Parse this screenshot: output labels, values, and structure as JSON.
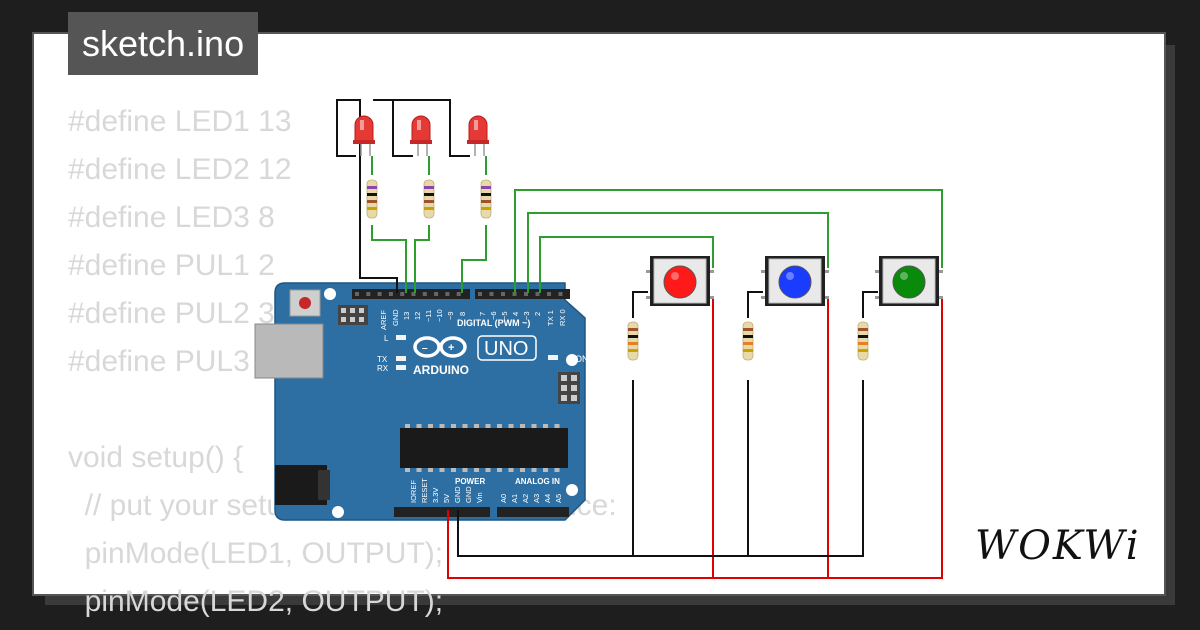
{
  "tab": {
    "filename": "sketch.ino"
  },
  "code_lines": [
    "#define LED1 13",
    "#define LED2 12",
    "#define LED3 8",
    "#define PUL1 2",
    "#define PUL2 3",
    "#define PUL3 4",
    "",
    "void setup() {",
    "  // put your setup code here, to run once:",
    "  pinMode(LED1, OUTPUT);",
    "  pinMode(LED2, OUTPUT);"
  ],
  "board": {
    "model": "UNO",
    "brand": "ARDUINO",
    "digital_header": "DIGITAL (PWM ~)",
    "on_label": "ON",
    "l_label": "L",
    "tx_label": "TX",
    "rx_label": "RX",
    "power_label": "POWER",
    "analog_label": "ANALOG IN",
    "digital_pins": [
      "AREF",
      "GND",
      "13",
      "12",
      "~11",
      "~10",
      "~9",
      "8",
      "7",
      "~6",
      "~5",
      "4",
      "~3",
      "2",
      "TX 1",
      "RX 0"
    ],
    "power_pins": [
      "IOREF",
      "RESET",
      "3.3V",
      "5V",
      "GND",
      "GND",
      "Vin"
    ],
    "analog_pins": [
      "A0",
      "A1",
      "A2",
      "A3",
      "A4",
      "A5"
    ]
  },
  "components": {
    "leds": [
      {
        "color": "#e53935"
      },
      {
        "color": "#e53935"
      },
      {
        "color": "#e53935"
      }
    ],
    "buttons": [
      {
        "color": "#ff1a1a"
      },
      {
        "color": "#1a3cff"
      },
      {
        "color": "#0a8a0a"
      }
    ]
  },
  "colors": {
    "wire_green": "#2e9e2e",
    "wire_red": "#e00000",
    "wire_black": "#111111",
    "board": "#2e6fa3"
  },
  "logo": {
    "text": "WOKWi"
  }
}
